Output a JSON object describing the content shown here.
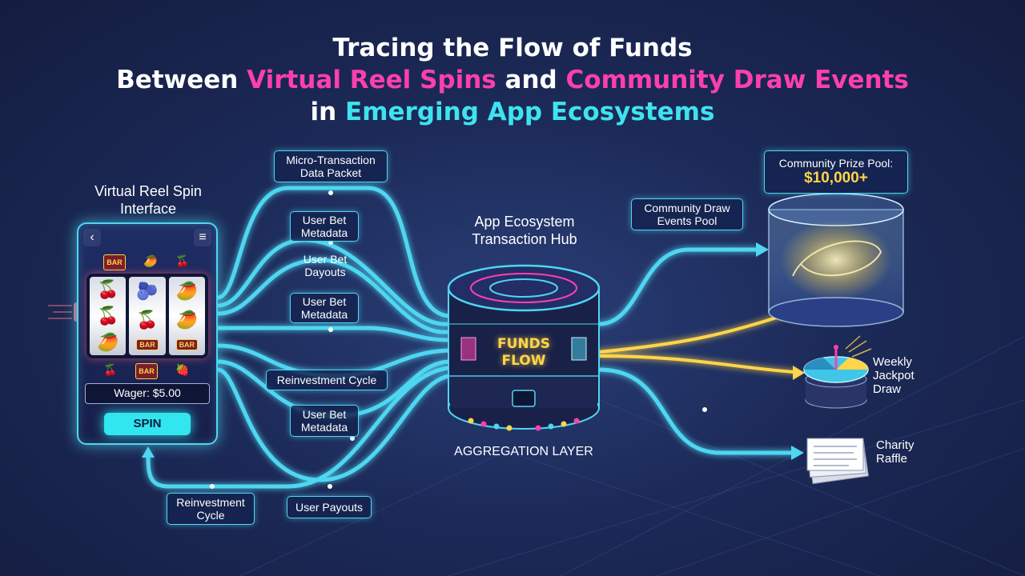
{
  "title": {
    "line1": "Tracing the Flow of Funds",
    "line2_a": "Between ",
    "line2_b": "Virtual Reel Spins",
    "line2_c": " and ",
    "line2_d": "Community Draw Events",
    "line3_a": "in ",
    "line3_b": "Emerging App Ecosystems"
  },
  "phone": {
    "heading": "Virtual Reel Spin Interface",
    "back_glyph": "‹",
    "menu_glyph": "≡",
    "top_symbols": [
      "BAR",
      "🥭",
      "🍒"
    ],
    "reel_symbols": [
      [
        "🍒",
        "🍒",
        "🥭"
      ],
      [
        "🫐",
        "🍒",
        "BAR"
      ],
      [
        "🥭",
        "🥭",
        "BAR"
      ]
    ],
    "bottom_symbols": [
      "🍒",
      "BAR",
      "🍓"
    ],
    "wager": "Wager: $5.00",
    "spin_label": "SPIN"
  },
  "labels": {
    "micro_tx": "Micro-Transaction Data Packet",
    "bet_meta_1": "User Bet Metadata",
    "bet_payouts": "User Bet Dayouts",
    "bet_meta_2": "User Bet Metadata",
    "reinvest_mid": "Reinvestment Cycle",
    "bet_meta_3": "User Bet Metadata",
    "reinvest_bottom": "Reinvestment Cycle",
    "user_payouts": "User Payouts",
    "community_pool": "Community Draw Events Pool"
  },
  "hub": {
    "title": "App Ecosystem Transaction Hub",
    "badge": "FUNDS FLOW",
    "layer": "AGGREGATION LAYER"
  },
  "pool": {
    "label": "Community Prize Pool:",
    "amount": "$10,000+"
  },
  "outputs": {
    "weekly": "Weekly Jackpot Draw",
    "charity": "Charity Raffle"
  },
  "colors": {
    "flow_cyan": "#4fd6f0",
    "flow_gold": "#ffd54a",
    "accent_pink": "#ff3fae",
    "title_cyan": "#3fe3f0"
  }
}
